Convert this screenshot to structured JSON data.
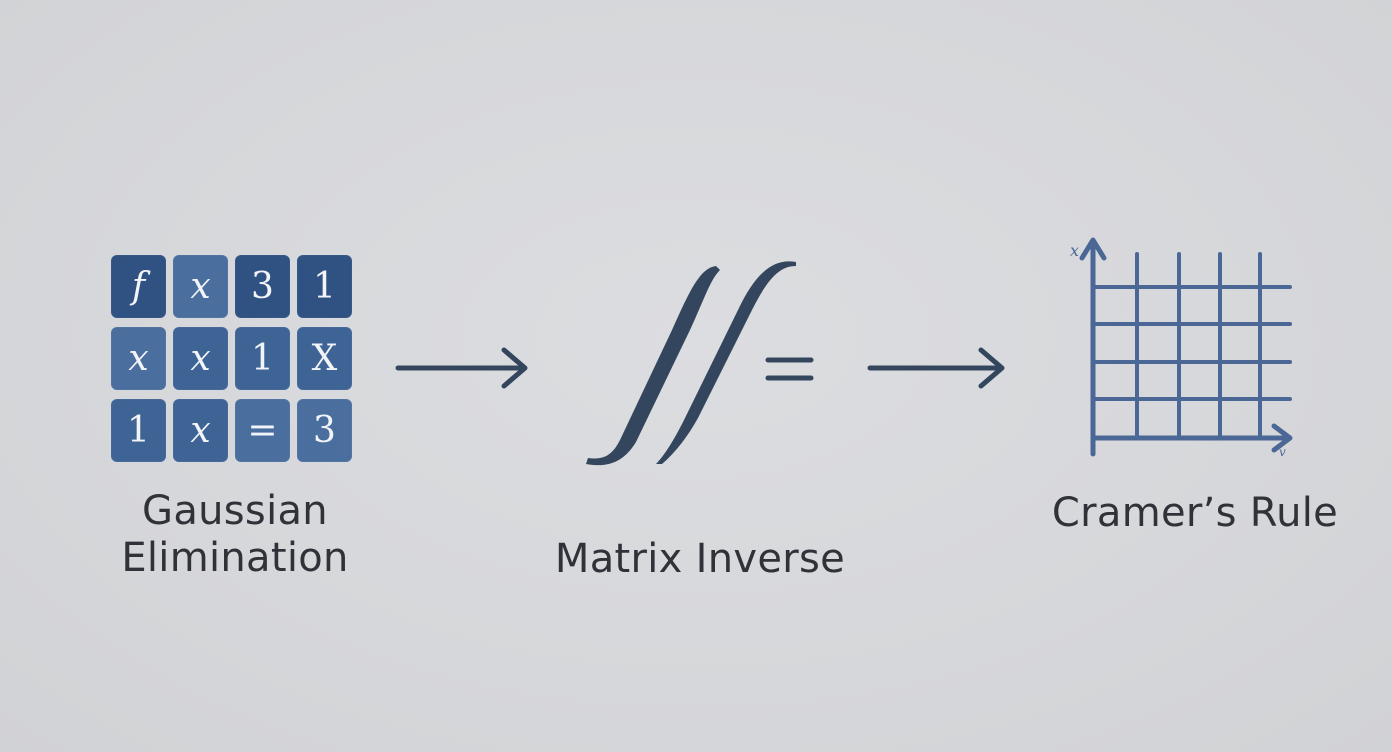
{
  "diagram": {
    "matrix": {
      "rows": [
        [
          {
            "text": "f",
            "italic": true,
            "tone": "dark"
          },
          {
            "text": "x",
            "italic": true,
            "tone": "light"
          },
          {
            "text": "3",
            "italic": false,
            "tone": "dark"
          },
          {
            "text": "1",
            "italic": false,
            "tone": "dark"
          }
        ],
        [
          {
            "text": "x",
            "italic": true,
            "tone": "light"
          },
          {
            "text": "x",
            "italic": true,
            "tone": "mid"
          },
          {
            "text": "1",
            "italic": false,
            "tone": "mid"
          },
          {
            "text": "X",
            "italic": false,
            "tone": "mid"
          }
        ],
        [
          {
            "text": "1",
            "italic": false,
            "tone": "mid"
          },
          {
            "text": "x",
            "italic": true,
            "tone": "mid"
          },
          {
            "text": "=",
            "italic": false,
            "tone": "light"
          },
          {
            "text": "3",
            "italic": false,
            "tone": "light"
          }
        ]
      ]
    },
    "labels": {
      "gaussian_line1": "Gaussian",
      "gaussian_line2": "Elimination",
      "matrix_inverse": "Matrix Inverse",
      "cramer": "Cramer’s Rule"
    },
    "graph": {
      "y_axis_letter": "x",
      "x_axis_letter": "v"
    },
    "colors": {
      "background": "#d8d9dc",
      "cell_dark": "#2f5283",
      "cell_mid": "#3e6496",
      "cell_light": "#4a6f9f",
      "stroke_dark": "#34465e",
      "grid_blue": "#4a6795",
      "label_text": "#2f3339"
    }
  }
}
